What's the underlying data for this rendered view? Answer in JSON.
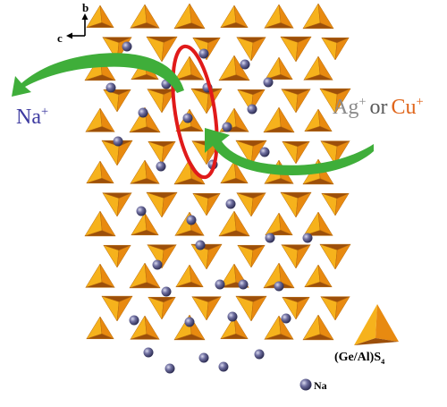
{
  "axes": {
    "b_label": "b",
    "c_label": "c"
  },
  "ion_exchange": {
    "outgoing_ion": "Na",
    "outgoing_charge": "+",
    "incoming_ion_1": "Ag",
    "incoming_charge_1": "+",
    "connector": "or",
    "incoming_ion_2": "Cu",
    "incoming_charge_2": "+"
  },
  "legend": {
    "polyhedron_label": "(Ge/Al)S",
    "polyhedron_subscript": "4",
    "atom_label": "Na"
  },
  "colors": {
    "tetra_light": "#f6b21c",
    "tetra_mid": "#e88a10",
    "tetra_dark": "#9c4f0a",
    "atom": "#5b5b8c",
    "arrow": "#3fae3a",
    "highlight_ring": "#e01a1a",
    "ag_text": "#8c8c8c",
    "cu_text": "#e0651a",
    "na_text": "#3d3aa0"
  },
  "icons": [
    "tetrahedron-icon",
    "sodium-atom-icon",
    "exchange-arrow-icon",
    "axis-icon"
  ]
}
